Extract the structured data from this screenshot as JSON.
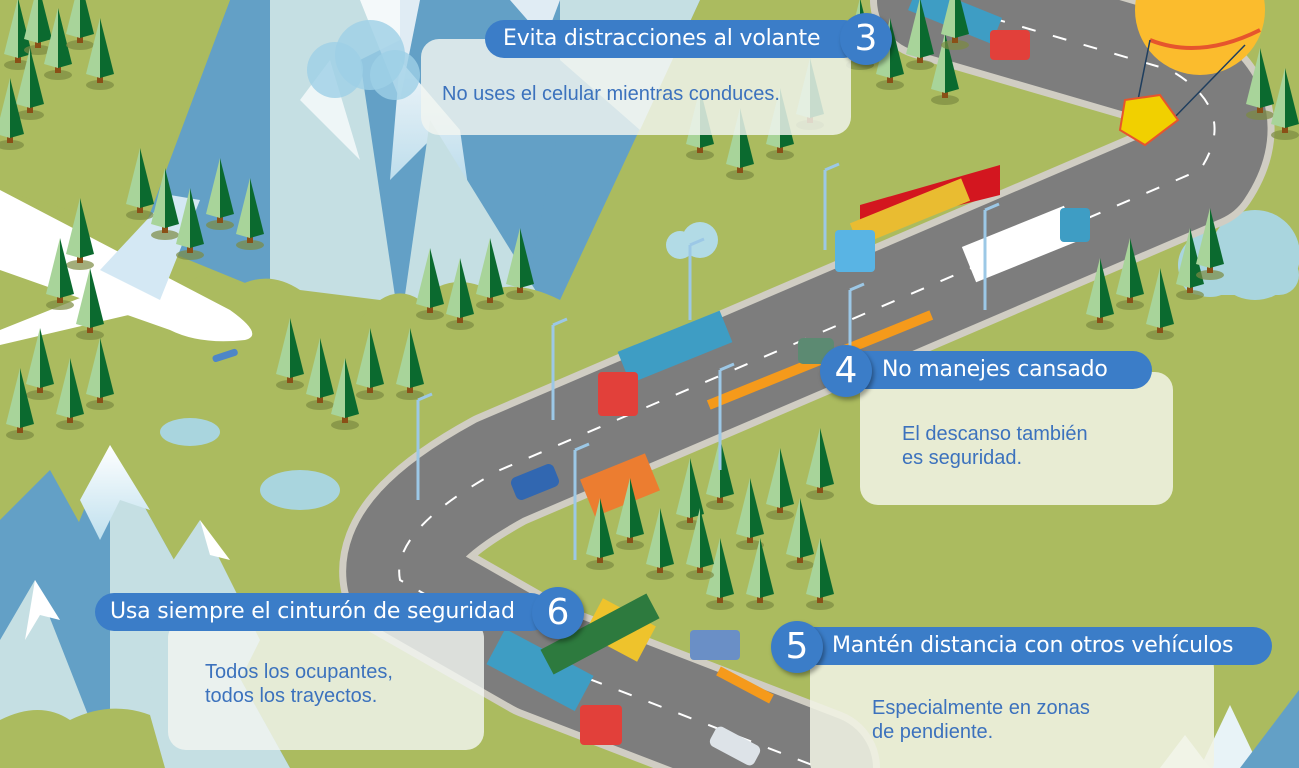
{
  "infographic": {
    "tips": [
      {
        "number": "3",
        "title": "Evita distracciones al volante",
        "description": [
          "No uses el celular mientras conduces."
        ]
      },
      {
        "number": "4",
        "title": "No manejes cansado",
        "description": [
          "El descanso también",
          "es seguridad."
        ]
      },
      {
        "number": "5",
        "title": "Mantén distancia con otros vehículos",
        "description": [
          "Especialmente en zonas",
          "de pendiente."
        ]
      },
      {
        "number": "6",
        "title": "Usa siempre el cinturón de seguridad",
        "description": [
          "Todos los ocupantes,",
          "todos los trayectos."
        ]
      }
    ]
  },
  "colors": {
    "accent_blue": "#3b7dc8",
    "grass": "#abbb5f",
    "road": "#7d7d7d",
    "text_blue": "#3c72bd",
    "card_bg": "#f0f2e4"
  }
}
